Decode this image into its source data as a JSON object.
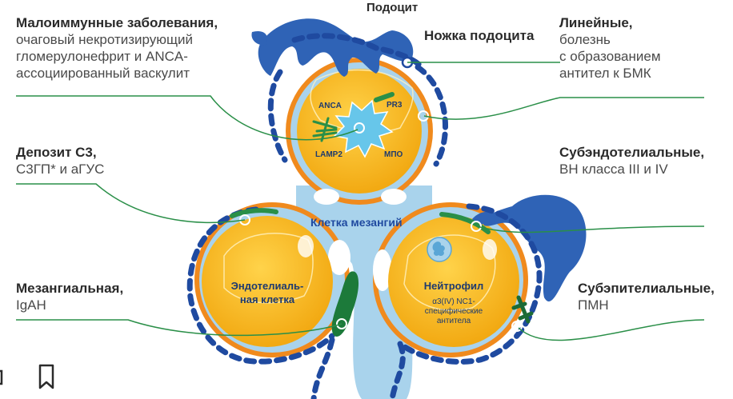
{
  "colors": {
    "blue": "#2f63b6",
    "dark_blue": "#1f4aa0",
    "light_blue": "#a9d3ec",
    "orange": "#f08a1d",
    "yellow": "#f4b51c",
    "green": "#2a8f48",
    "dark_green": "#1c6b35",
    "text": "#2b2b2b"
  },
  "labels": {
    "podocyte": "Подоцит",
    "podocyte_foot": "Ножка подоцита",
    "mesangial_cell": "Клетка мезангий",
    "endothelial_cell": "Эндотелиаль-\nная клетка",
    "neutrophil": "Нейтрофил",
    "antibodies": "α3(IV) NC1-\nспецифические\nантитела",
    "anca": "ANCA",
    "pr3": "PR3",
    "lamp2": "LAMP2",
    "mpo": "МПО"
  },
  "left_items": [
    {
      "title": "Малоиммунные заболевания,",
      "sub": "очаговый некротизирующий\nгломерулонефрит и ANCA-\nассоциированный васкулит"
    },
    {
      "title": "Депозит С3,",
      "sub": "С3ГП* и аГУС"
    },
    {
      "title": "Мезангиальная,",
      "sub": "IgAН"
    }
  ],
  "right_items": [
    {
      "title": "Линейные,",
      "sub": "болезнь\nс образованием\nантител к БМК"
    },
    {
      "title": "Субэндотелиальные,",
      "sub": "ВН класса III и IV"
    },
    {
      "title": "Субэпителиальные,",
      "sub": "ПМН"
    }
  ],
  "icons": {
    "bookmark": "bookmark-icon"
  }
}
